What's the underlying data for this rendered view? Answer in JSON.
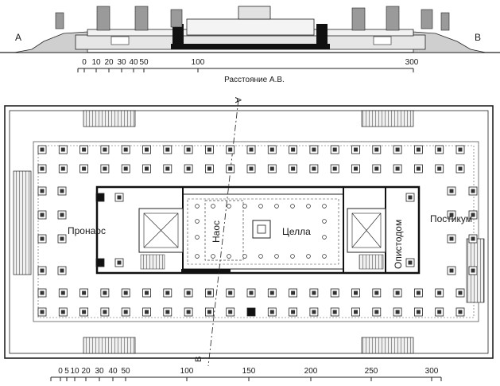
{
  "elevation": {
    "left_label": "A",
    "right_label": "B"
  },
  "scale_top": {
    "ticks": [
      "0",
      "10",
      "20",
      "30",
      "40",
      "50",
      "100",
      "300"
    ],
    "caption": "Расстояние А.В."
  },
  "plan": {
    "labels": {
      "pronaos": "Пронаос",
      "naos": "Наос",
      "cella": "Целла",
      "opisthodom": "Опистодом",
      "posticum": "Постикум"
    },
    "section_top": "A",
    "section_bottom": "B"
  },
  "scale_bottom": {
    "ticks": [
      "0",
      "5",
      "10",
      "20",
      "30",
      "40",
      "50",
      "100",
      "150",
      "200",
      "250",
      "300"
    ]
  }
}
